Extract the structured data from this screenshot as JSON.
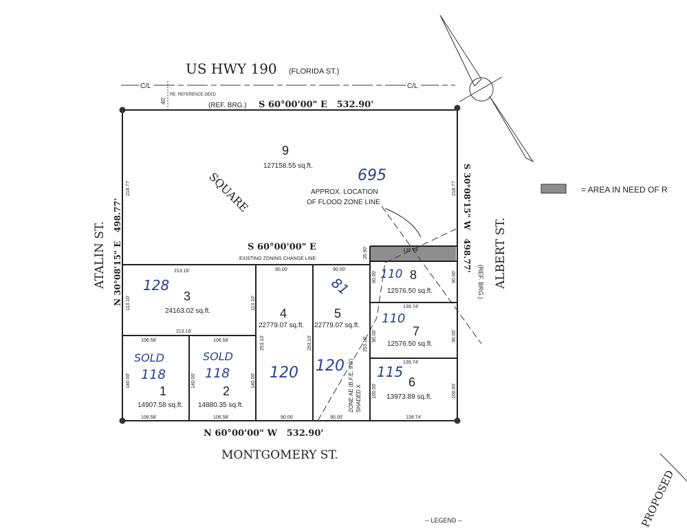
{
  "roads": {
    "north": "US HWY 190",
    "north_alt": "(FLORIDA ST.)",
    "south": "MONTGOMERY ST.",
    "west": "ATALIN ST.",
    "east": "ALBERT ST.",
    "proposed": "PROPOSED"
  },
  "centerline": {
    "left": "C/L",
    "right": "C/L",
    "offset": "40'",
    "note": "RE: REFERENCE DEED"
  },
  "bearings": {
    "north_ref": "(REF. BRG.)",
    "north": "S 60°00'00\" E   532.90'",
    "south": "N 60°00'00\" W   532.90'",
    "west": "N 30°08'15\" E   498.77'",
    "east": "S 30°08'15\" W   498.77'",
    "east_ref": "(REF. BRG.)",
    "zoning": "S 60°00'00\" E",
    "zoning_label": "EXISTING ZONING CHANGE LINE"
  },
  "square_label": "SQUARE",
  "flood_zone": {
    "label1": "APPROX. LOCATION",
    "label2": "OF FLOOD ZONE LINE",
    "zone_x": "SHADED X",
    "zone_ae": "ZONE AE (B.F.E. 9.0')"
  },
  "lots": [
    {
      "number": "9",
      "area": "127158.55 sq.ft.",
      "handwritten": "695"
    },
    {
      "number": "3",
      "area": "24163.02 sq.ft.",
      "handwritten": "128"
    },
    {
      "number": "4",
      "area": "22779.07 sq.ft.",
      "handwritten": "120"
    },
    {
      "number": "5",
      "area": "22779.07 sq.ft.",
      "handwritten": "120",
      "handwritten2": "81"
    },
    {
      "number": "8",
      "area": "12576.50 sq.ft.",
      "handwritten": "110"
    },
    {
      "number": "7",
      "area": "12576.50 sq.ft.",
      "handwritten": "110"
    },
    {
      "number": "6",
      "area": "13973.89 sq.ft.",
      "handwritten": "115"
    },
    {
      "number": "1",
      "area": "14907.58 sq.ft.",
      "handwritten": "118",
      "status": "SOLD"
    },
    {
      "number": "2",
      "area": "14880.35 sq.ft.",
      "handwritten": "118",
      "status": "SOLD"
    }
  ],
  "dimensions": {
    "d218": "218.77'",
    "d213": "213.16'",
    "d113": "113.10'",
    "d90": "90.00'",
    "d139": "139.74'",
    "d26": "26.90'",
    "d253": "253.10'",
    "d106": "106.58'",
    "d140": "140.00'",
    "d100": "100.00'"
  },
  "legend": {
    "title": "-- LEGEND --",
    "shaded_label": "= AREA IN NEED OF R",
    "shaded_color": "#8e8e8e"
  }
}
